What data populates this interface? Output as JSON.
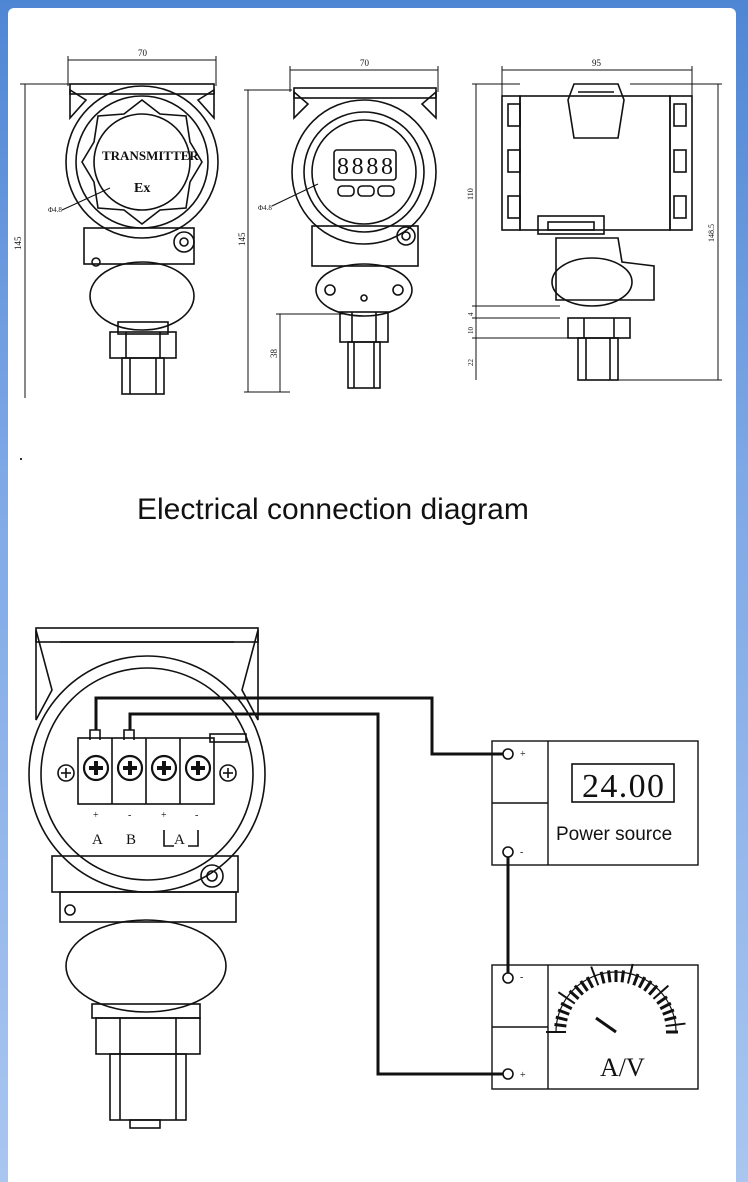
{
  "views": {
    "front": {
      "width_dim": "70",
      "height_dim": "145",
      "dia_dim": "Φ4.8",
      "cover_text_1": "TRANSMITTER",
      "cover_text_2": "Ex"
    },
    "display": {
      "width_dim": "70",
      "height_dim": "145",
      "dia_dim": "Φ4.8",
      "bottom_dim": "38",
      "lcd_digits": "8888"
    },
    "side": {
      "width_dim": "95",
      "upper_dim": "110",
      "total_dim": "148.5",
      "dim_a": "4",
      "dim_b": "10",
      "dim_c": "22"
    }
  },
  "section": {
    "title": "Electrical connection diagram"
  },
  "wiring": {
    "terminals": [
      {
        "sign": "+",
        "label": "A"
      },
      {
        "sign": "-",
        "label": "B"
      },
      {
        "sign": "+",
        "label": "A"
      },
      {
        "sign": "-",
        "label": ""
      }
    ],
    "power_display": "24.00",
    "power_label": "Power source",
    "power_plus": "+",
    "power_minus": "-",
    "meter_label": "A/V",
    "meter_minus": "-",
    "meter_plus": "+"
  }
}
